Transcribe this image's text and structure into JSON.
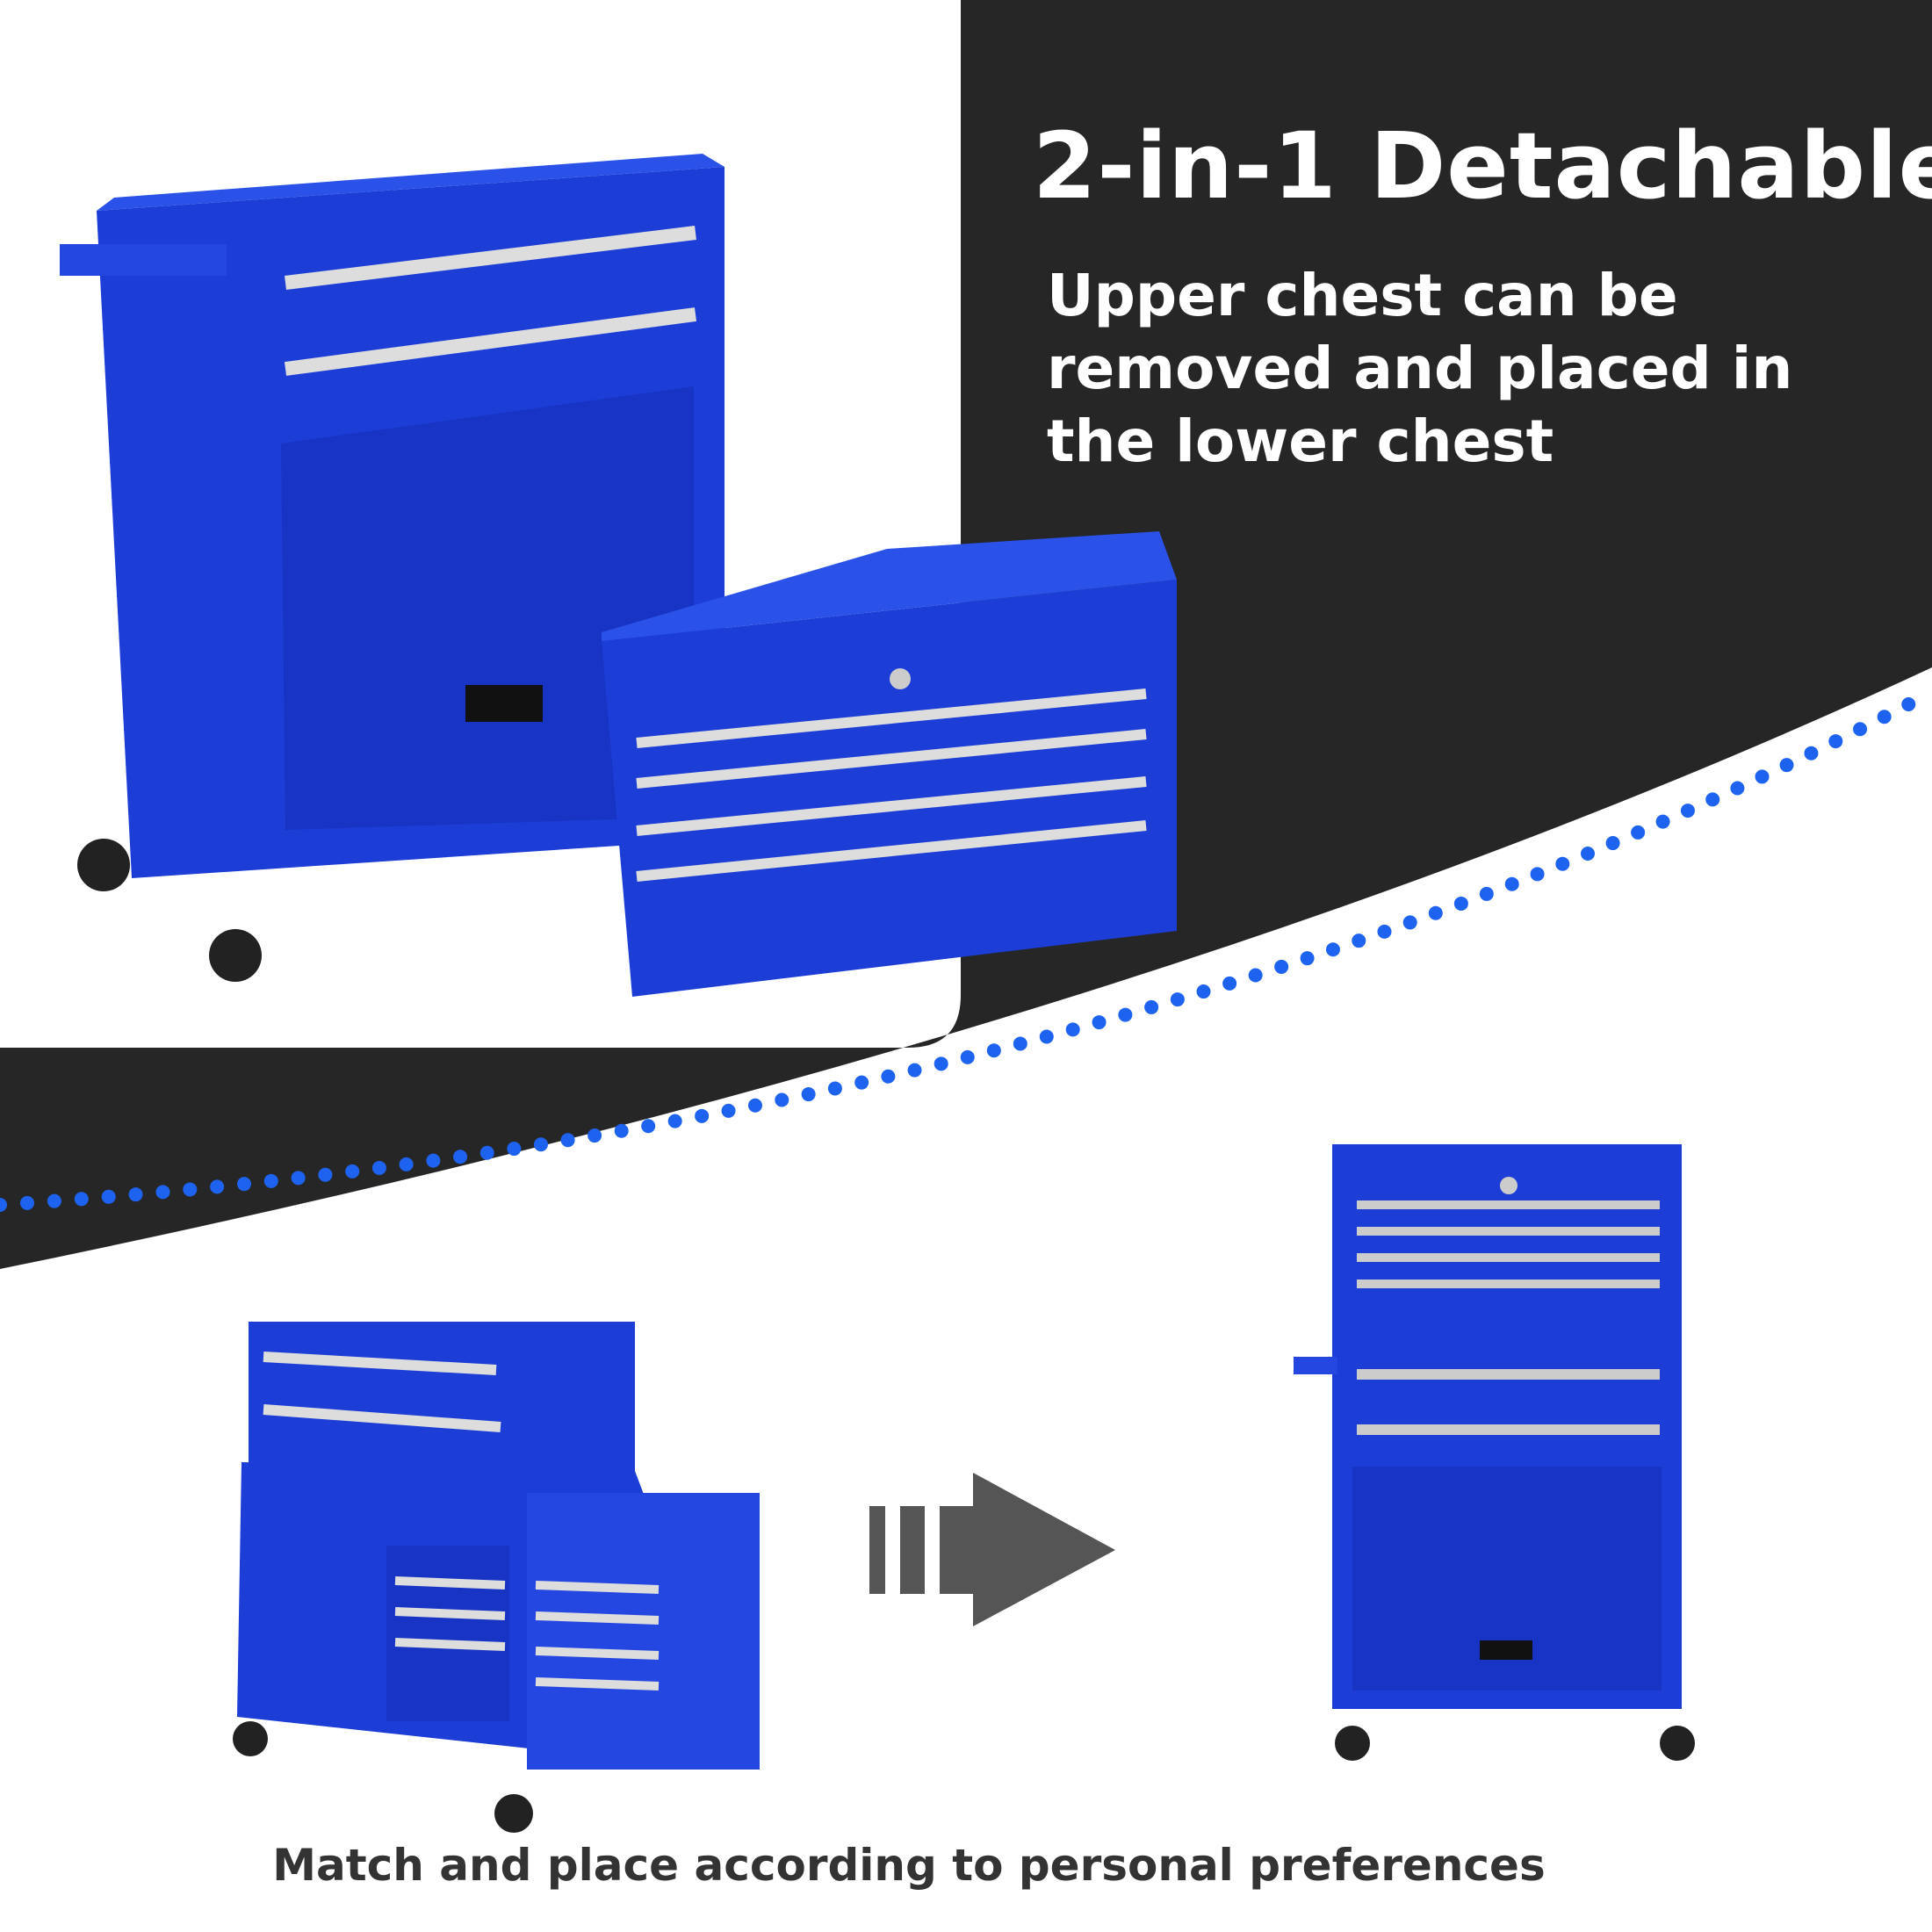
{
  "headline": {
    "title": "2-in-1 Detachable",
    "subtitle_lines": [
      "Upper chest can be",
      "removed and placed in",
      "the lower chest"
    ]
  },
  "caption": "Match and place according to personal preferences",
  "colors": {
    "dark_bg": "#262626",
    "tool_blue": "#1c3ed6",
    "dot_blue": "#1e62f0",
    "arrow_gray": "#555555"
  }
}
